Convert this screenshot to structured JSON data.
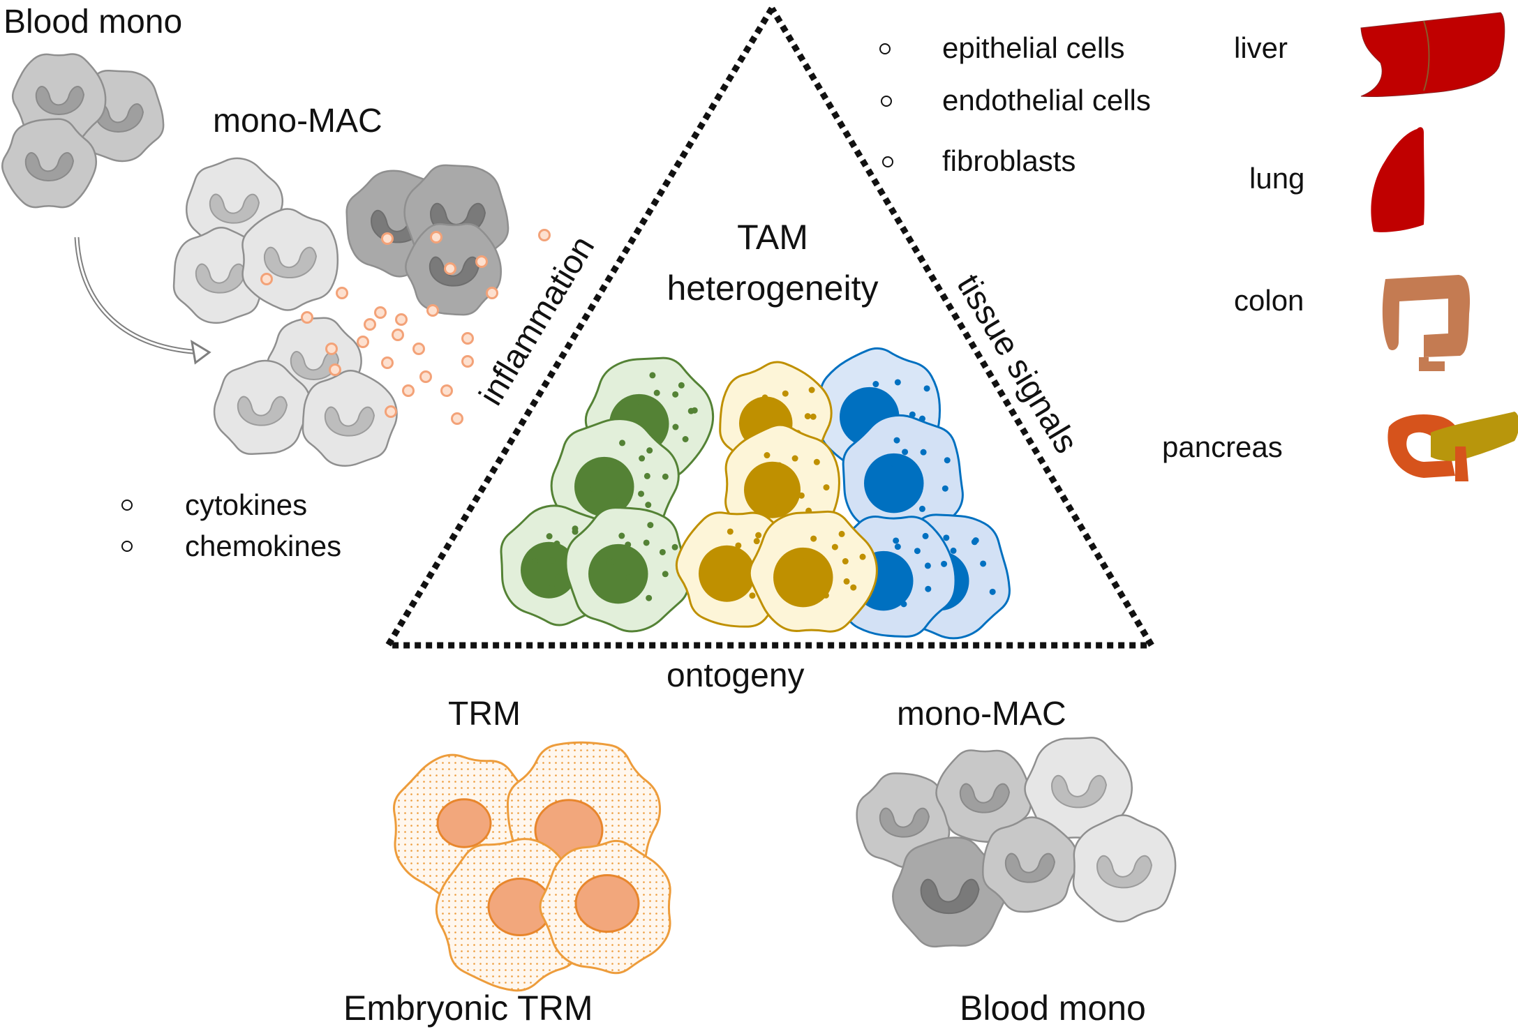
{
  "top_left": {
    "blood_mono": "Blood mono",
    "mono_mac": "mono-MAC",
    "factors": [
      "cytokines",
      "chemokines"
    ]
  },
  "triangle": {
    "title_line1": "TAM",
    "title_line2": "heterogeneity",
    "left_side": "inflammation",
    "right_side": "tissue signals",
    "bottom_side": "ontogeny"
  },
  "top_right": {
    "cell_types": [
      "epithelial cells",
      "endothelial cells",
      "fibroblasts"
    ],
    "organs": [
      "liver",
      "lung",
      "colon",
      "pancreas"
    ]
  },
  "bottom": {
    "trm_label": "TRM",
    "trm_caption": "Embryonic TRM",
    "monomac_label": "mono-MAC",
    "monomac_caption": "Blood mono"
  },
  "colors": {
    "green": "#548235",
    "gold": "#bf9000",
    "blue": "#0070c0",
    "orange": "#ed9c3b",
    "organ_red": "#c00000",
    "colon": "#c47b52",
    "pancreas_head": "#d6531c",
    "pancreas_body": "#b8960c"
  }
}
